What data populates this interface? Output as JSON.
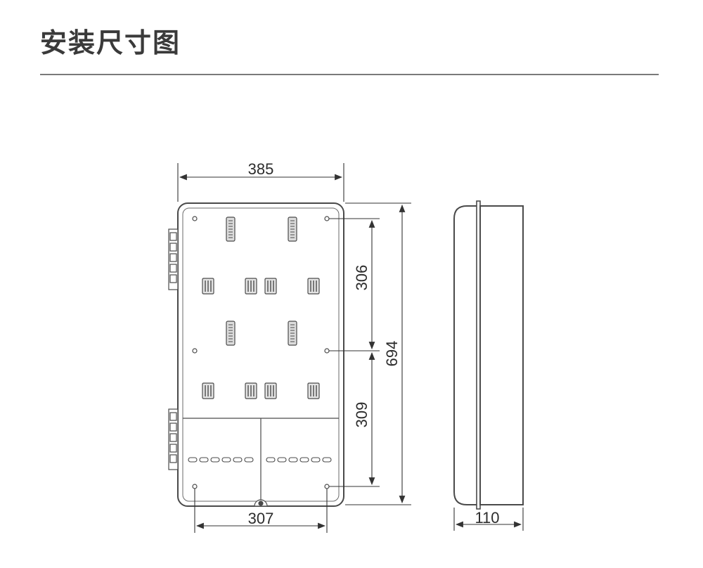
{
  "title": "安装尺寸图",
  "dimensions": {
    "width_top": "385",
    "width_bottom": "307",
    "height_upper": "306",
    "height_lower": "309",
    "height_total": "694",
    "depth": "110"
  },
  "colors": {
    "line": "#4a4a4a",
    "title": "#3a3a3a",
    "module_fill": "#dcdcdc"
  }
}
